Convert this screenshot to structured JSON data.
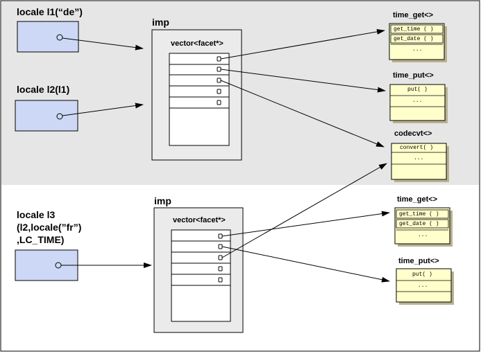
{
  "diagram": {
    "top_section": {
      "locale1": {
        "label": "locale l1(“de”)"
      },
      "locale2": {
        "label": "locale l2(l1)"
      },
      "imp": {
        "label": "imp",
        "vector_label": "vector<facet*>"
      }
    },
    "bottom_section": {
      "locale3": {
        "label_lines": [
          "locale l3",
          "(l2,locale(”fr”)",
          ",LC_TIME)"
        ]
      },
      "imp": {
        "label": "imp",
        "vector_label": "vector<facet*>"
      }
    },
    "facets": {
      "time_get_1": {
        "title": "time_get<>",
        "methods": [
          "get_time ( )",
          "get_date ( )",
          "..."
        ]
      },
      "time_put_1": {
        "title": "time_put<>",
        "methods": [
          "put( )",
          "..."
        ]
      },
      "codecvt": {
        "title": "codecvt<>",
        "methods": [
          "convert( )",
          "..."
        ]
      },
      "time_get_2": {
        "title": "time_get<>",
        "methods": [
          "get_time ( )",
          "get_date ( )",
          "..."
        ]
      },
      "time_put_2": {
        "title": "time_put<>",
        "methods": [
          "put( )",
          "..."
        ]
      }
    },
    "colors": {
      "top_background": "#e6e6e6",
      "locale_fill": "#ccd8f5",
      "imp_fill": "#ebebeb",
      "facet_fill": "#ffffcc",
      "facet_shadow": "#b8b090"
    }
  }
}
